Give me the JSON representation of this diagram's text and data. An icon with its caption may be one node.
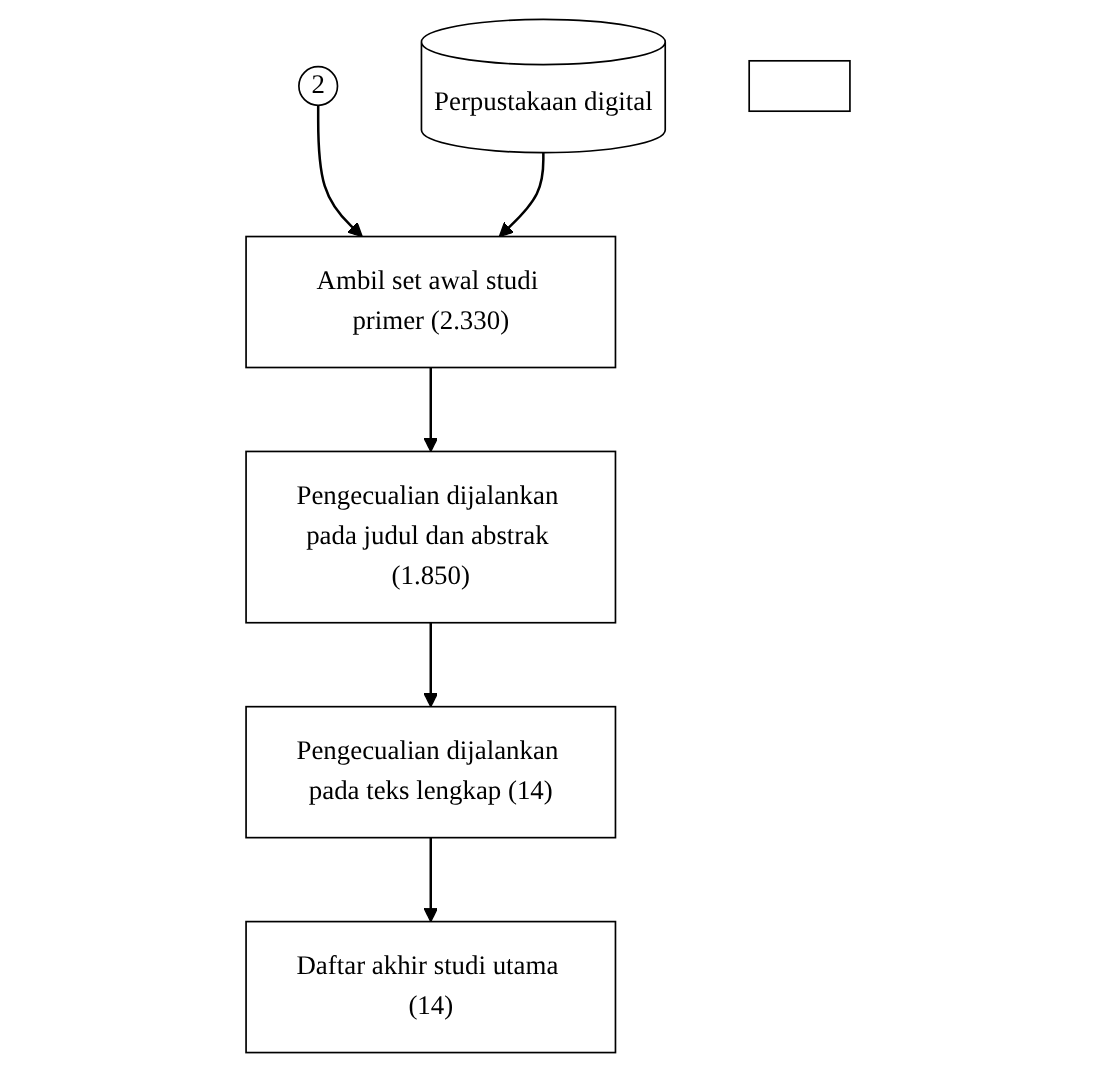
{
  "diagram": {
    "nodes": [
      {
        "text": [
          "2"
        ]
      },
      {
        "text": [
          "Ambil set awal studi primer (2.330)"
        ]
      },
      {
        "text": [
          "Perpustakaan digital"
        ]
      },
      {
        "text": [
          "Pengecualian dijalankan pada judul dan abstrak (1.850)"
        ]
      },
      {
        "text": [],
        "shape": "box"
      },
      {
        "text": [
          "Pengecualian dijalankan pada teks lengkap (14)"
        ]
      },
      {
        "text": [
          "Daftar akhir studi utama (14)"
        ]
      }
    ],
    "edges": [
      {
        "from": 0,
        "to": 1,
        "arrow": "to"
      },
      {
        "from": 2,
        "to": 1,
        "arrow": "to"
      },
      {
        "from": 1,
        "to": 3,
        "arrow": "to"
      },
      {
        "from": 3,
        "to": 5,
        "arrow": "to"
      },
      {
        "from": 5,
        "to": 6,
        "arrow": "to"
      }
    ]
  }
}
